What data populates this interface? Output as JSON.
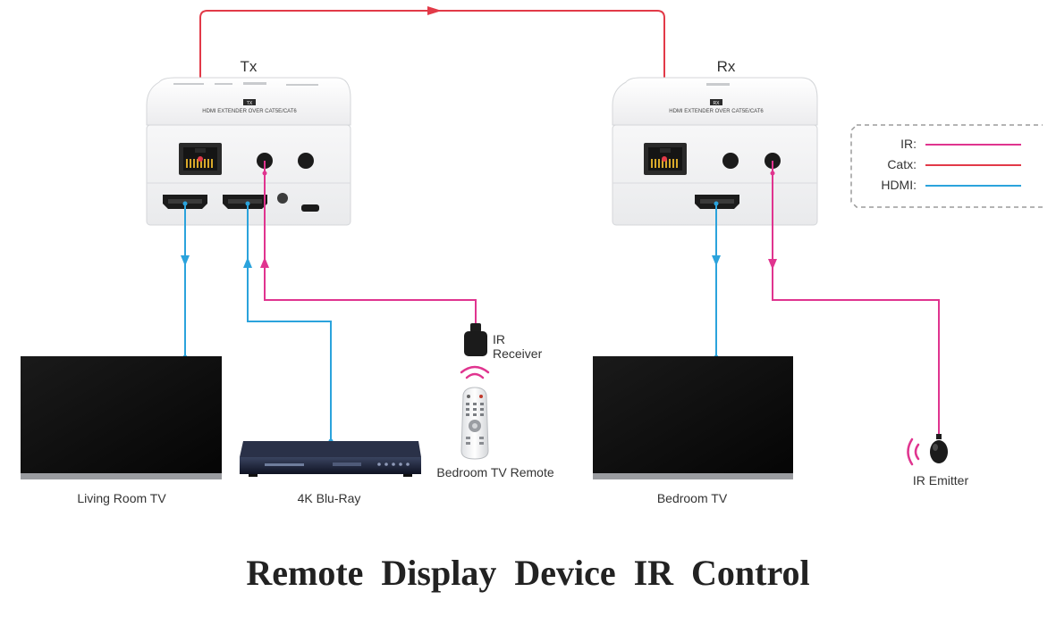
{
  "title": "Remote Display Device IR Control",
  "colors": {
    "ir": "#e0348f",
    "catx": "#e23a48",
    "hdmi": "#2ba3dc",
    "device_body": "#f4f5f6",
    "screen": "#111111"
  },
  "units": {
    "tx": {
      "label": "Tx",
      "panel_text": "HDMI EXTENDER OVER CAT5E/CAT6",
      "badge": "TX"
    },
    "rx": {
      "label": "Rx",
      "panel_text": "HDMI EXTENDER OVER CAT5E/CAT6",
      "badge": "RX"
    }
  },
  "devices": {
    "living_room_tv": "Living Room TV",
    "blu_ray": "4K Blu-Ray",
    "ir_receiver_line1": "IR",
    "ir_receiver_line2": "Receiver",
    "remote": "Bedroom TV Remote",
    "bedroom_tv": "Bedroom TV",
    "ir_emitter": "IR Emitter"
  },
  "legend": [
    {
      "label": "IR:",
      "color_key": "ir"
    },
    {
      "label": "Catx:",
      "color_key": "catx"
    },
    {
      "label": "HDMI:",
      "color_key": "hdmi"
    }
  ]
}
